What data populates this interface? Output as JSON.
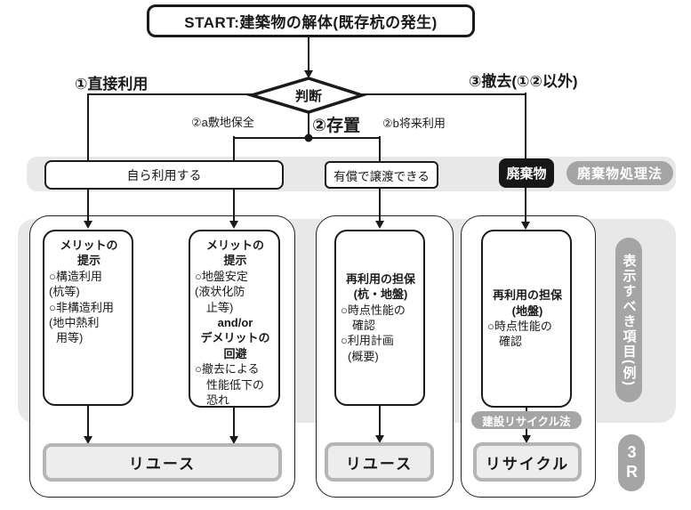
{
  "colors": {
    "line": "#1a1a1a",
    "band": "#e8e8e8",
    "pill": "#a5a5a5",
    "black-box": "#171717",
    "result-fill": "#ededed",
    "result-border": "#b5b5b5"
  },
  "start": "START:建築物の解体(既存杭の発生)",
  "decision": "判断",
  "branches": {
    "b1": "①直接利用",
    "b2": "②存置",
    "b2a": "②a敷地保全",
    "b2b": "②b将来利用",
    "b3": "③撤去(①②以外)"
  },
  "row": {
    "self_use": "自ら利用する",
    "transfer": "有償で譲渡できる",
    "waste": "廃棄物",
    "waste_law": "廃棄物処理法"
  },
  "boxes": {
    "box1": {
      "lines": [
        "メリットの",
        "提示",
        "○構造利用",
        "(杭等)",
        "○非構造利用",
        "(地中熱利",
        "用等)"
      ]
    },
    "box2": {
      "lines": [
        "メリットの",
        "提示",
        "○地盤安定",
        "(液状化防",
        "止等)",
        "and/or",
        "デメリットの",
        "回避",
        "○撤去による",
        "性能低下の",
        "恐れ"
      ]
    },
    "box3": {
      "lines": [
        "再利用の担保",
        "(杭・地盤)",
        "○時点性能の",
        "確認",
        "○利用計画",
        "(概要)"
      ]
    },
    "box4": {
      "lines": [
        "再利用の担保",
        "(地盤)",
        "○時点性能の",
        "確認"
      ]
    }
  },
  "results": {
    "reuse_a": "リユース",
    "reuse_b": "リユース",
    "recycle": "リサイクル"
  },
  "side": {
    "recycle_law": "建設リサイクル法",
    "display_items": "表示すべき項目(例)",
    "three_r": "3R"
  }
}
